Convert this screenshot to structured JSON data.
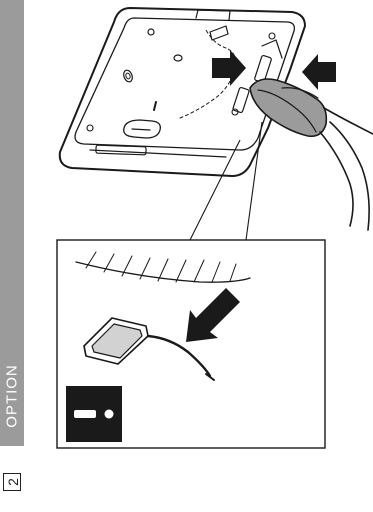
{
  "sidebar": {
    "section_label": "OPTION",
    "step_number": "2",
    "bar_color": "#9b9b9b"
  },
  "illustration": {
    "main_view": "thermostat-back-plate-with-pliers",
    "detail_view": "sensor-removal-close-up",
    "arrow_color": "#1a1a1a",
    "icons": [
      "push-arrow-icon",
      "pliers-icon",
      "sensor-module-icon",
      "sensor-jumper-icon"
    ]
  }
}
